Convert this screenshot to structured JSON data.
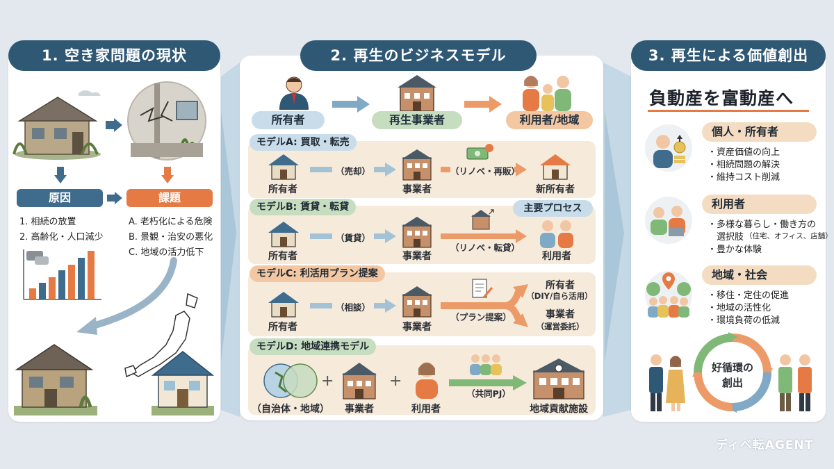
{
  "section1": {
    "title": "1. 空き家問題の現状",
    "cause_label": "原因",
    "issue_label": "課題",
    "causes": [
      "1. 相続の放置",
      "2. 高齢化・人口減少"
    ],
    "issues": [
      "A. 老朽化による危険",
      "B. 景観・治安の悪化",
      "C. 地域の活力低下"
    ]
  },
  "section2": {
    "title": "2. 再生のビジネスモデル",
    "flow": {
      "owner": "所有者",
      "operator": "再生事業者",
      "user": "利用者/地域"
    },
    "process_label": "主要プロセス",
    "models": [
      {
        "tag": "モデルA: 買取・転売",
        "left": "所有者",
        "arrow1": "（売却）",
        "middle": "事業者",
        "arrow2": "（リノベ・再販）",
        "right": "新所有者"
      },
      {
        "tag": "モデルB: 賃貸・転貸",
        "left": "所有者",
        "arrow1": "（賃貸）",
        "middle": "事業者",
        "arrow2": "（リノベ・転貸）",
        "right": "利用者"
      },
      {
        "tag": "モデルC: 利活用プラン提案",
        "left": "所有者",
        "arrow1": "（相談）",
        "middle": "事業者",
        "arrow2": "（プラン提案）",
        "right_top": "所有者",
        "right_top_sub": "（DIY/自ら活用）",
        "right_bottom": "事業者",
        "right_bottom_sub": "（運営委託）"
      },
      {
        "tag": "モデルD: 地域連携モデル",
        "left": "（自治体・地域）",
        "middle": "事業者",
        "third": "利用者",
        "arrow": "（共同PJ）",
        "right": "地域貢献施設"
      }
    ]
  },
  "section3": {
    "title": "3. 再生による価値創出",
    "headline": "負動産を富動産へ",
    "groups": [
      {
        "label": "個人・所有者",
        "items": [
          "・資産価値の向上",
          "・相続問題の解決",
          "・維持コスト削減"
        ]
      },
      {
        "label": "利用者",
        "items": [
          "・多様な暮らし・働き方の",
          "　選択肢",
          "・豊かな体験"
        ],
        "item_note": "（住宅、オフィス、店舗）"
      },
      {
        "label": "地域・社会",
        "items": [
          "・移住・定住の促進",
          "・地域の活性化",
          "・環境負荷の低減"
        ]
      }
    ],
    "cycle_label_1": "好循環の",
    "cycle_label_2": "創出"
  },
  "watermark": "ディベ転AGENT",
  "colors": {
    "navy": "#2f5875",
    "orange": "#e67a44",
    "blue_arrow": "#7fa9c4",
    "orange_arrow": "#ec9a68",
    "green_arrow": "#7fb877"
  }
}
